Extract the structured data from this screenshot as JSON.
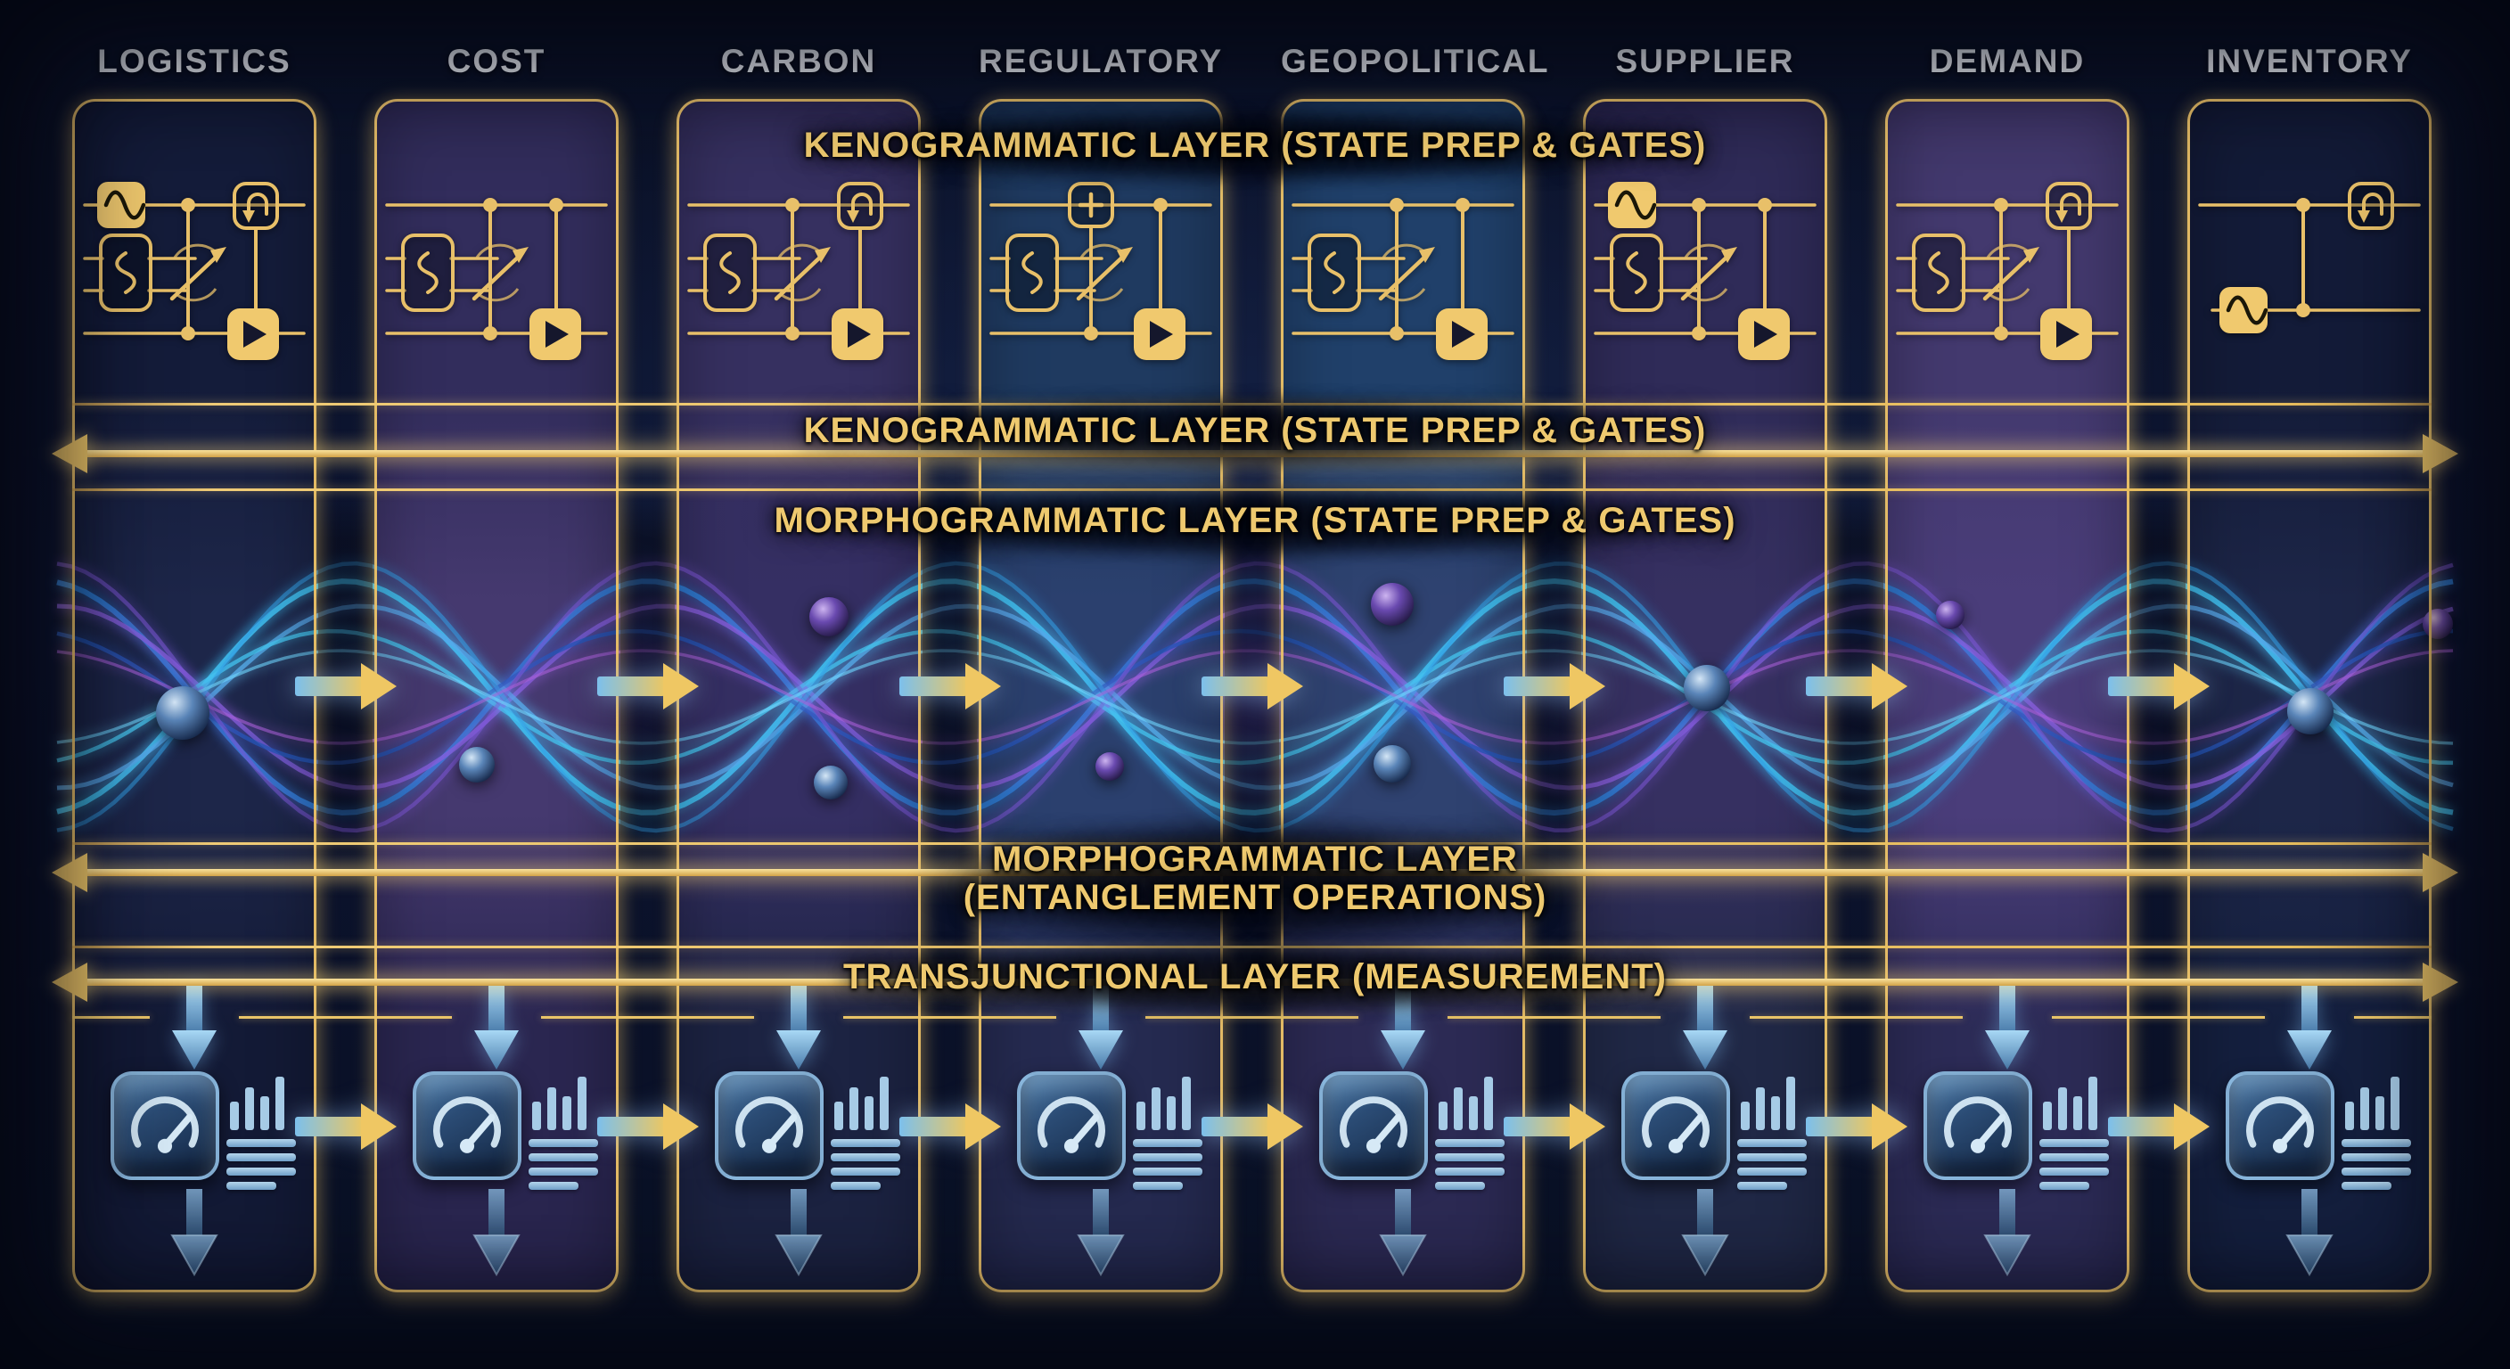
{
  "columns": [
    {
      "label": "LOGISTICS",
      "circuit_variant": "logistics"
    },
    {
      "label": "COST",
      "circuit_variant": "cost"
    },
    {
      "label": "CARBON",
      "circuit_variant": "carbon"
    },
    {
      "label": "REGULATORY",
      "circuit_variant": "regulatory"
    },
    {
      "label": "GEOPOLITICAL",
      "circuit_variant": "geopolitical"
    },
    {
      "label": "SUPPLIER",
      "circuit_variant": "supplier"
    },
    {
      "label": "DEMAND",
      "circuit_variant": "demand"
    },
    {
      "label": "INVENTORY",
      "circuit_variant": "inventory"
    }
  ],
  "layer_labels": {
    "kenogrammatic_top": "KENOGRAMMATIC LAYER (STATE PREP & GATES)",
    "kenogrammatic_band": "KENOGRAMMATIC LAYER (STATE PREP & GATES)",
    "morphogrammatic_state_prep": "MORPHOGRAMMATIC LAYER (STATE PREP & GATES)",
    "morphogrammatic_entanglement_line1": "MORPHOGRAMMATIC LAYER",
    "morphogrammatic_entanglement_line2": "(ENTANGLEMENT OPERATIONS)",
    "transjunctional_measurement": "TRANSJUNCTIONAL LAYER (MEASUREMENT)"
  },
  "circuit_variants": {
    "logistics": [
      "sine_top_left",
      "s_box",
      "slash_arrow",
      "ctrl_center",
      "uturn_top_right",
      "play_bottom_right",
      "link_right"
    ],
    "cost": [
      "s_box",
      "slash_arrow",
      "ctrl_center",
      "ctrl_right",
      "play_bottom_right"
    ],
    "carbon": [
      "s_box",
      "slash_arrow",
      "ctrl_center",
      "uturn_top_right",
      "play_bottom_right",
      "link_right"
    ],
    "regulatory": [
      "s_box",
      "slash_arrow",
      "plus_top_center",
      "ctrl_right",
      "play_bottom_right"
    ],
    "geopolitical": [
      "s_box",
      "slash_arrow",
      "ctrl_center",
      "ctrl_right",
      "play_bottom_right"
    ],
    "supplier": [
      "sine_top_left",
      "s_box",
      "slash_arrow",
      "ctrl_center",
      "ctrl_right",
      "play_bottom_right"
    ],
    "demand": [
      "s_box",
      "slash_arrow",
      "ctrl_center",
      "uturn_top_right",
      "play_bottom_right",
      "link_right"
    ],
    "inventory": [
      "two_wire",
      "sine_bottom_left",
      "ctrl_center",
      "uturn_top_right"
    ]
  },
  "icons": {
    "circuit": "quantum-circuit-icon",
    "gauge": "gauge-meter-icon",
    "bars": "bar-chart-icon",
    "report_lines": "report-lines-icon",
    "down_arrow": "down-arrow-icon",
    "flow_arrow": "flow-arrow-icon",
    "entanglement": "entanglement-waves-graphic"
  },
  "colors": {
    "background": "#0a1126",
    "gold": "#e8bd62",
    "gold_bright": "#f7dd8f",
    "header_text": "#eef2f8",
    "label_gold": "#eec96f",
    "wave_cyan": "#41c3f2",
    "wave_blue": "#2e7ed6",
    "wave_purple": "#8a5fe0",
    "measure_blue": "#a8d8f5"
  }
}
